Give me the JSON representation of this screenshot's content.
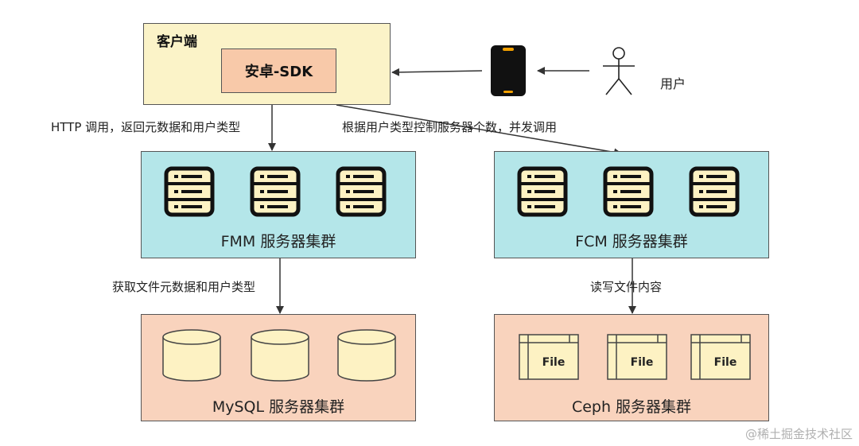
{
  "client": {
    "title": "客户端",
    "sdk_label": "安卓-SDK"
  },
  "user": {
    "label": "用户"
  },
  "edges": {
    "http_call": "HTTP 调用，返回元数据和用户类型",
    "concurrent_call": "根据用户类型控制服务器个数，并发调用",
    "fetch_meta": "获取文件元数据和用户类型",
    "read_write": "读写文件内容"
  },
  "clusters": {
    "fmm": "FMM 服务器集群",
    "fcm": "FCM 服务器集群",
    "mysql": "MySQL 服务器集群",
    "ceph": "Ceph 服务器集群"
  },
  "file_label": "File",
  "watermark": "@稀土掘金技术社区",
  "colors": {
    "client_bg": "#fbf3c8",
    "sdk_bg": "#f8c9a9",
    "server_cluster_bg": "#b4e6e9",
    "storage_cluster_bg": "#f9d3bd",
    "icon_fill": "#fdf2c3"
  }
}
